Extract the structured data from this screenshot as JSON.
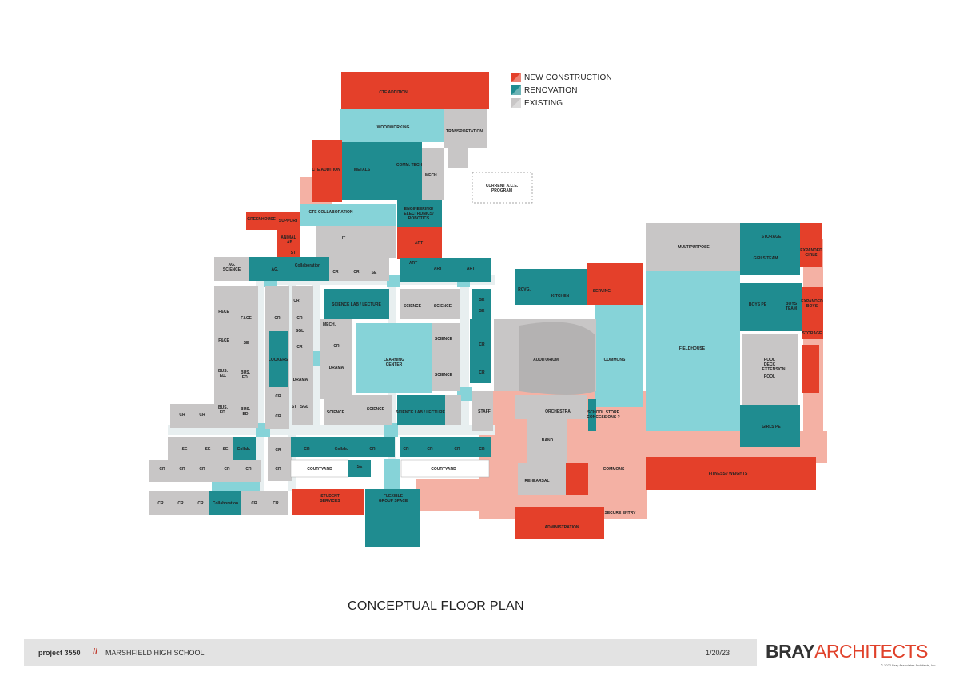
{
  "legend": [
    {
      "label": "NEW CONSTRUCTION",
      "color": "#e4402a"
    },
    {
      "label": "RENOVATION",
      "color": "#1f8c90"
    },
    {
      "label": "EXISTING",
      "color": "#c8c6c6"
    }
  ],
  "colors": {
    "new": "#e4402a",
    "renovation": "#1f8c90",
    "existing": "#c8c6c6",
    "light_teal": "#86d3d8",
    "salmon": "#f4b1a4",
    "white": "#ffffff"
  },
  "rooms": {
    "cte_addition_top": "CTE ADDITION",
    "woodworking": "WOODWORKING",
    "transportation": "TRANSPORTATION",
    "cte_addition_left": "CTE ADDITION",
    "metals": "METALS",
    "comm_tech": "COMM. TECH",
    "mech_top": "MECH.",
    "current_ace_1": "CURRENT A.C.E.",
    "current_ace_2": "PROGRAM",
    "engineering_1": "ENGINEERING/",
    "engineering_2": "ELECTRONICS/",
    "engineering_3": "ROBOTICS",
    "greenhouse": "GREENHOUSE",
    "support": "SUPPORT",
    "cte_collaboration": "CTE COLLABORATION",
    "animal_lab_1": "ANIMAL",
    "animal_lab_2": "LAB",
    "st_1": "ST",
    "it": "IT",
    "art_1": "ART",
    "art_2": "ART",
    "art_3": "ART",
    "art_4": "ART",
    "ag_science_1": "AG.",
    "ag_science_2": "SCIENCE",
    "ag": "AG.",
    "collaboration_top": "Collaboration",
    "cr_a": "CR",
    "cr_b": "CR",
    "se_a": "SE",
    "science_lab_lecture_top": "SCIENCE LAB / LECTURE",
    "science_a": "SCIENCE",
    "science_b": "SCIENCE",
    "science_c": "SCIENCE",
    "science_d": "SCIENCE",
    "science_e": "SCIENCE",
    "science_f": "SCIENCE",
    "mech_mid": "MECH.",
    "learning_center_1": "LEARNING",
    "learning_center_2": "CENTER",
    "rcvg": "RCVG.",
    "kitchen": "KITCHEN",
    "serving": "SERVING",
    "multipurpose": "MULTIPURPOSE",
    "storage_top": "STORAGE",
    "girls_team": "GIRLS TEAM",
    "expanded_girls_1": "EXPANDED",
    "expanded_girls_2": "GIRLS",
    "fce_1": "F&CE",
    "fce_2": "F&CE",
    "fce_3": "F&CE",
    "se_b": "SE",
    "cr_c": "CR",
    "cr_d": "CR",
    "cr_e": "CR",
    "cr_f": "CR",
    "sgl_1": "SGL",
    "se_c": "SE",
    "se_d": "SE",
    "cr_g": "CR",
    "cr_h": "CR",
    "lockers": "LOCKERS",
    "drama_1": "DRAMA",
    "drama_2": "DRAMA",
    "auditorium": "AUDITORIUM",
    "commons_top": "COMMONS",
    "fieldhouse": "FIELDHOUSE",
    "boys_pe": "BOYS PE",
    "boys_team_1": "BOYS",
    "boys_team_2": "TEAM",
    "expanded_boys_1": "EXPANDED",
    "expanded_boys_2": "BOYS",
    "storage_right": "STORAGE",
    "pool_deck_1": "POOL",
    "pool_deck_2": "DECK",
    "pool_deck_3": "EXTENSION",
    "pool": "POOL",
    "bus_ed_1a": "BUS.",
    "bus_ed_1b": "ED.",
    "bus_ed_2a": "BUS.",
    "bus_ed_2b": "ED.",
    "bus_ed_3a": "BUS.",
    "bus_ed_3b": "ED.",
    "bus_ed_4a": "BUS.",
    "bus_ed_4b": "ED",
    "cr_i": "CR",
    "cr_j": "CR",
    "st_2": "ST",
    "sgl_2": "SGL",
    "science_lab_lecture_bottom": "SCIENCE LAB / LECTURE",
    "staff": "STAFF",
    "orchestra": "ORCHESTRA",
    "school_store_1": "SCHOOL STORE",
    "school_store_2": "CONCESSIONS ?",
    "girls_pe": "GIRLS PE",
    "cr_k": "CR",
    "cr_l": "CR",
    "cr_m": "CR",
    "cr_n": "CR",
    "band": "BAND",
    "se_e": "SE",
    "se_f": "SE",
    "se_g": "SE",
    "collab_left": "Collab.",
    "cr_o": "CR",
    "collab_mid": "Collab.",
    "cr_p": "CR",
    "cr_q": "CR",
    "cr_r": "CR",
    "cr_s": "CR",
    "cr_t": "CR",
    "cr_u": "CR",
    "cr_v": "CR",
    "courtyard_1": "COURTYARD",
    "courtyard_2": "COURTYARD",
    "se_h": "SE",
    "commons_bottom": "COMMONS",
    "fitness_weights": "FITNESS / WEIGHTS",
    "rehearsal": "REHEARSAL",
    "cr_w": "CR",
    "cr_x": "CR",
    "cr_y": "CR",
    "cr_z": "CR",
    "cr_aa": "CR",
    "cr_ab": "CR",
    "cr_ac": "CR",
    "cr_ad": "CR",
    "collaboration_bottom": "Collaboration",
    "cr_ae": "CR",
    "cr_af": "CR",
    "cr_ag": "CR",
    "student_services_1": "STUDENT",
    "student_services_2": "SERVICES",
    "flexible_group_1": "FLEXIBLE",
    "flexible_group_2": "GROUP SPACE",
    "administration": "ADMINISTRATION",
    "secure_entry": "SECURE ENTRY"
  },
  "title": "CONCEPTUAL FLOOR PLAN",
  "footer": {
    "project": "project  3550",
    "separator": "//",
    "school": "MARSHFIELD HIGH SCHOOL",
    "date": "1/20/23"
  },
  "brand": {
    "part1": "BRAY",
    "part2": "ARCHITECTS",
    "copyright": "© 2022 Bray Associates Architects, Inc."
  }
}
